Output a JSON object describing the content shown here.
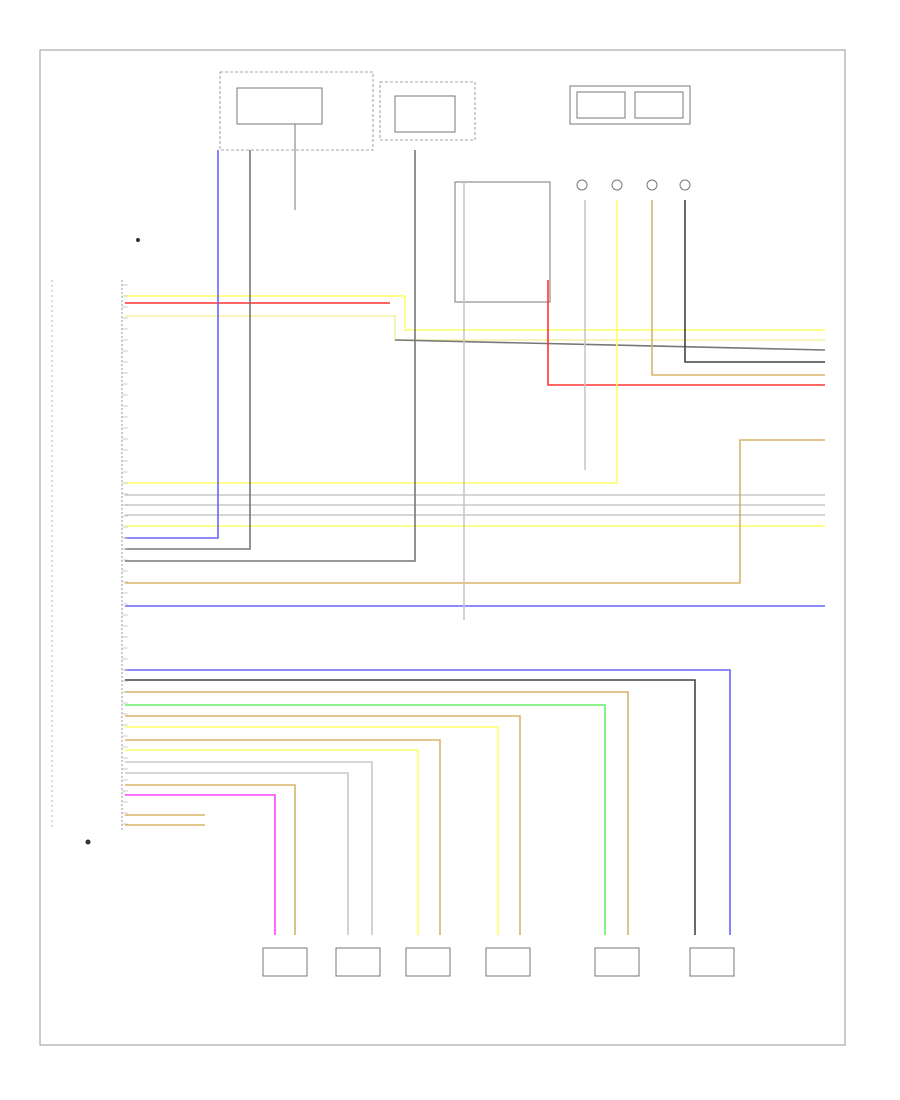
{
  "diagram": {
    "title": "",
    "page_code": "",
    "colors": {
      "yellow": "#ffff66",
      "red": "#ff3333",
      "blue": "#6666ff",
      "gray": "#777777",
      "dark": "#444444",
      "tan": "#d8b26a",
      "green": "#66ee66",
      "pink": "#ff44ff",
      "lightgray": "#c8c8c8",
      "lightyellow": "#f2f2a0"
    },
    "components": [
      {
        "id": "main-fusebox",
        "label": ""
      },
      {
        "id": "fuse-block",
        "label": ""
      },
      {
        "id": "sensor-connector-block",
        "label": ""
      },
      {
        "id": "engine-control-module",
        "label": ""
      },
      {
        "id": "center-module",
        "label": ""
      }
    ],
    "sensors": [
      {
        "id": "sensor-1",
        "label": ""
      },
      {
        "id": "sensor-2",
        "label": ""
      },
      {
        "id": "sensor-3",
        "label": ""
      },
      {
        "id": "sensor-4",
        "label": ""
      },
      {
        "id": "sensor-5",
        "label": ""
      },
      {
        "id": "sensor-6",
        "label": ""
      }
    ]
  }
}
